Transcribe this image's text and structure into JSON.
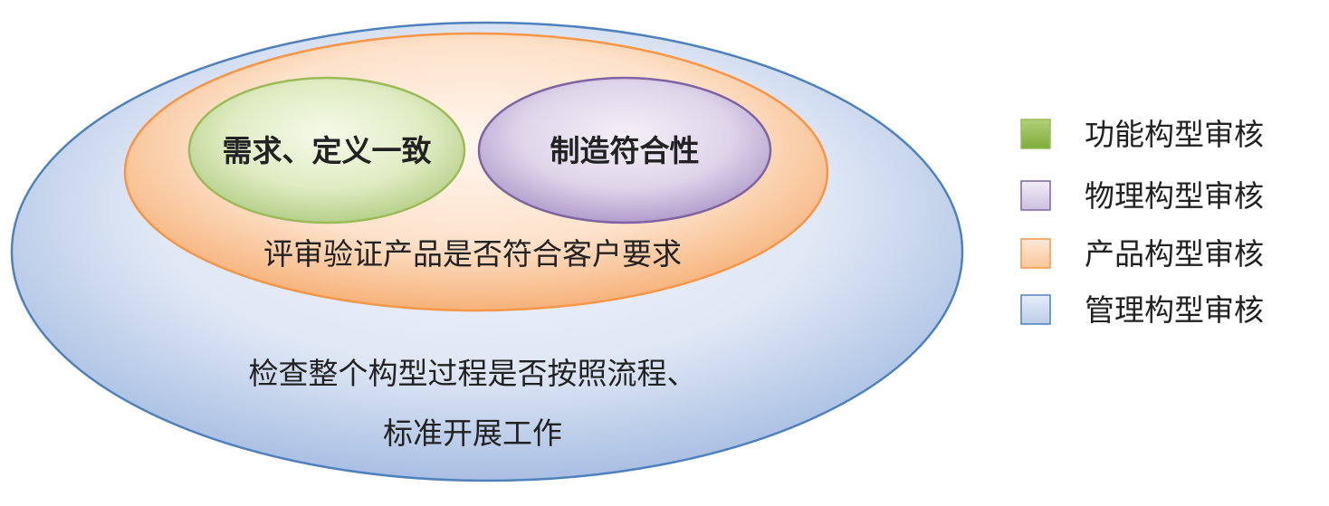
{
  "colors": {
    "green": "#9BBB59",
    "purple": "#8064A2",
    "orange": "#F79646",
    "blue": "#4F81BD",
    "text": "#222222"
  },
  "inner": {
    "requirements": "需求、定义一致",
    "manufacturing": "制造符合性"
  },
  "product": {
    "caption": "评审验证产品是否符合客户要求"
  },
  "management": {
    "caption_line1": "检查整个构型过程是否按照流程、",
    "caption_line2": "标准开展工作"
  },
  "legend": [
    {
      "label": "功能构型审核",
      "color": "green"
    },
    {
      "label": "物理构型审核",
      "color": "purple"
    },
    {
      "label": "产品构型审核",
      "color": "orange"
    },
    {
      "label": "管理构型审核",
      "color": "blue"
    }
  ]
}
